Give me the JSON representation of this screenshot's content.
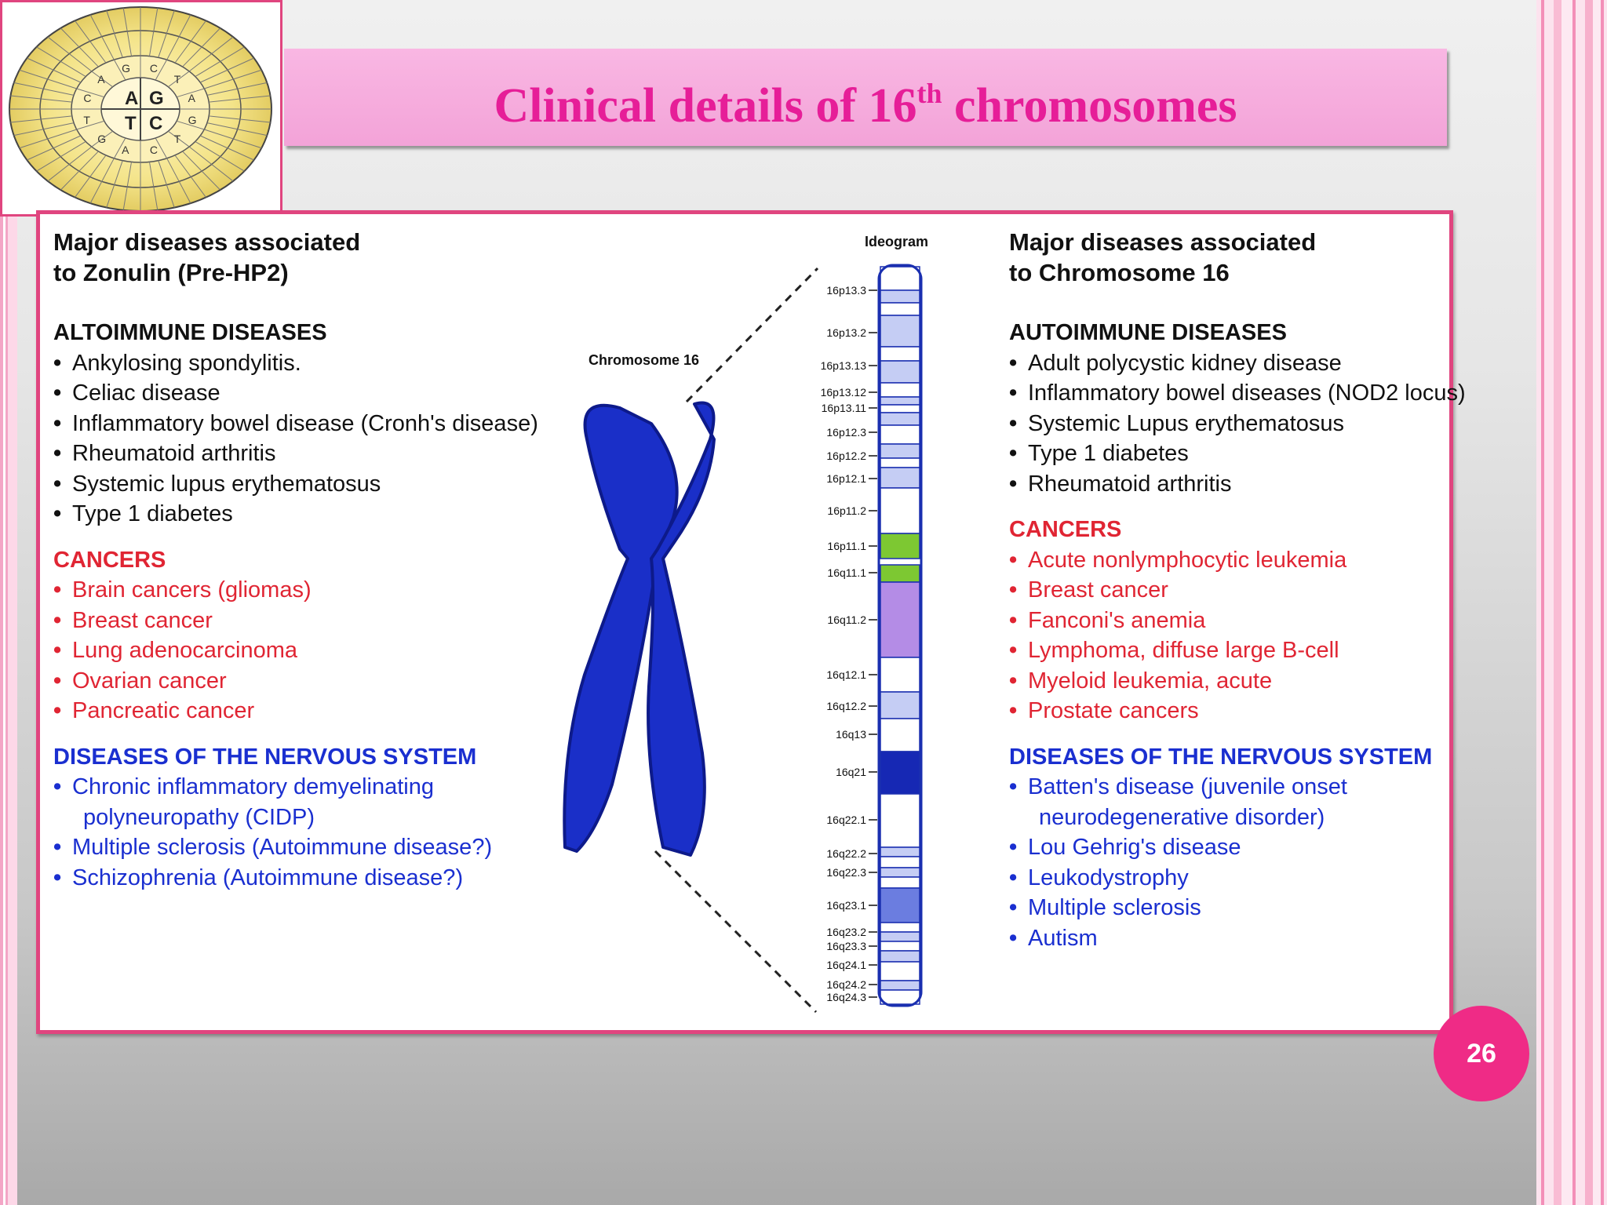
{
  "slide": {
    "title_main": "Clinical details of 16",
    "title_sup": "th",
    "title_end": " chromosomes",
    "page_number": "26"
  },
  "logo": {
    "inner_letters": [
      "A",
      "G",
      "T",
      "C"
    ],
    "ring_letters": [
      "C",
      "T",
      "A",
      "G",
      "T",
      "C",
      "A",
      "G",
      "T",
      "C",
      "A",
      "G"
    ]
  },
  "left": {
    "heading_line1": "Major diseases associated",
    "heading_line2": "to Zonulin (Pre-HP2)",
    "autoimmune": {
      "title": "ALTOIMMUNE DISEASES",
      "items": [
        "Ankylosing spondylitis.",
        "Celiac disease",
        "Inflammatory bowel disease (Cronh's disease)",
        "Rheumatoid arthritis",
        "Systemic lupus erythematosus",
        "Type 1 diabetes"
      ]
    },
    "cancers": {
      "title": "CANCERS",
      "items": [
        "Brain cancers (gliomas)",
        "Breast cancer",
        "Lung adenocarcinoma",
        "Ovarian cancer",
        "Pancreatic cancer"
      ]
    },
    "nervous": {
      "title": "DISEASES OF THE NERVOUS SYSTEM",
      "items": [
        "Chronic inflammatory demyelinating",
        "polyneuropathy (CIDP)",
        "Multiple sclerosis (Autoimmune disease?)",
        "Schizophrenia (Autoimmune disease?)"
      ]
    }
  },
  "right": {
    "heading_line1": "Major diseases associated",
    "heading_line2": "to Chromosome 16",
    "autoimmune": {
      "title": "AUTOIMMUNE DISEASES",
      "items": [
        "Adult polycystic kidney disease",
        "Inflammatory bowel diseases (NOD2 locus)",
        "Systemic Lupus erythematosus",
        "Type 1 diabetes",
        "Rheumatoid arthritis"
      ]
    },
    "cancers": {
      "title": "CANCERS",
      "items": [
        "Acute nonlymphocytic leukemia",
        "Breast cancer",
        "Fanconi's anemia",
        "Lymphoma, diffuse large B-cell",
        "Myeloid leukemia, acute",
        "Prostate cancers"
      ]
    },
    "nervous": {
      "title": "DISEASES OF THE NERVOUS SYSTEM",
      "items": [
        "Batten's disease (juvenile onset",
        "neurodegenerative disorder)",
        "Lou Gehrig's disease",
        "Leukodystrophy",
        "Multiple sclerosis",
        "Autism"
      ]
    }
  },
  "figure": {
    "chromosome_label": "Chromosome 16",
    "ideogram_label": "Ideogram",
    "band_labels": [
      "16p13.3",
      "16p13.2",
      "16p13.13",
      "16p13.12",
      "16p13.11",
      "16p12.3",
      "16p12.2",
      "16p12.1",
      "16p11.2",
      "16p11.1",
      "16q11.1",
      "16q11.2",
      "16q12.1",
      "16q12.2",
      "16q13",
      "16q21",
      "16q22.1",
      "16q22.2",
      "16q22.3",
      "16q23.1",
      "16q23.2",
      "16q23.3",
      "16q24.1",
      "16q24.2",
      "16q24.3"
    ],
    "colors": {
      "chromosome": "#1a2fc8",
      "centromere": "#7dc832",
      "heterochromatin": "#b48ce6",
      "band_dark": "#1628b4",
      "band_mid": "#6b7de0",
      "band_light": "#c5cdf4"
    }
  }
}
